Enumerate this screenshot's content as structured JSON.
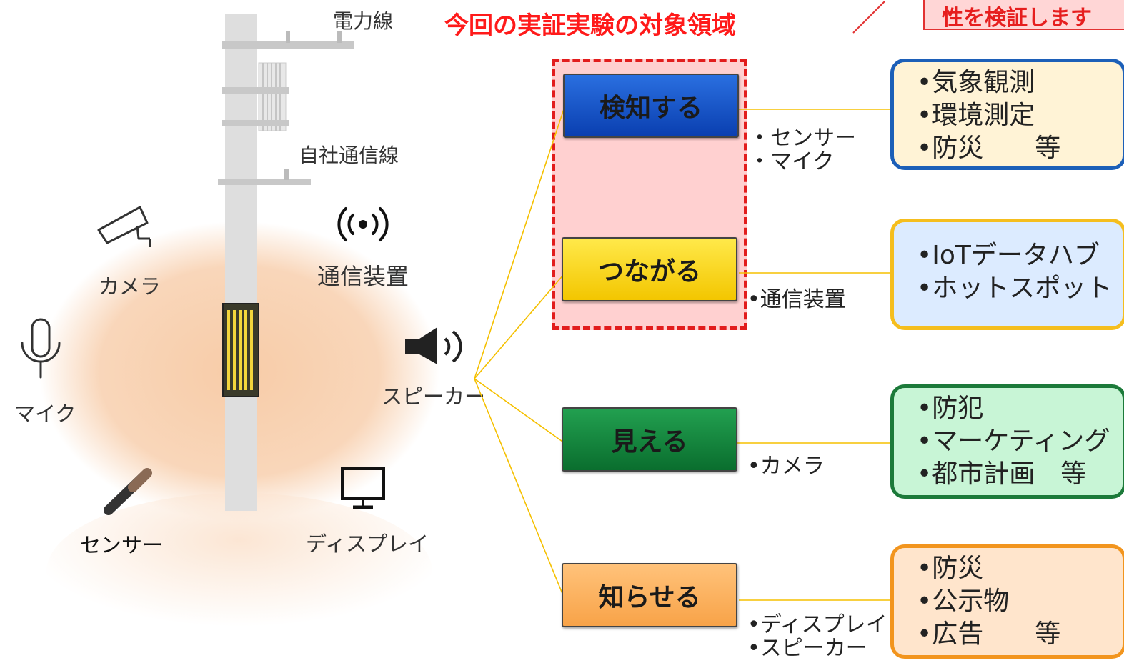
{
  "title": "今回の実証実験の対象領域",
  "note_partial": "性を検証します",
  "pole": {
    "power_line_label": "電力線",
    "comm_line_label": "自社通信線"
  },
  "devices": {
    "camera": "カメラ",
    "comm_device": "通信装置",
    "mic": "マイク",
    "speaker": "スピーカー",
    "sensor": "センサー",
    "display": "ディスプレイ"
  },
  "functions": [
    {
      "label": "検知する",
      "devices": [
        "・センサー",
        "・マイク"
      ],
      "uses": [
        "•気象観測",
        "•環境測定",
        "•防災　　等"
      ],
      "color": "#0a3fb0"
    },
    {
      "label": "つながる",
      "devices": [
        "•通信装置"
      ],
      "uses": [
        "•IoTデータハブ",
        "•ホットスポット　等"
      ],
      "color": "#f3c600"
    },
    {
      "label": "見える",
      "devices": [
        "•カメラ"
      ],
      "uses": [
        "•防犯",
        "•マーケティング",
        "•都市計画　等"
      ],
      "color": "#0a6e2e"
    },
    {
      "label": "知らせる",
      "devices": [
        "•ディスプレイ",
        "•スピーカー"
      ],
      "uses": [
        "•防災",
        "•公示物",
        "•広告　　等"
      ],
      "color": "#f8a348"
    }
  ],
  "colors": {
    "title_red": "#ff1a1a",
    "connector": "#f5c000",
    "glow": "#f7c9a3"
  }
}
